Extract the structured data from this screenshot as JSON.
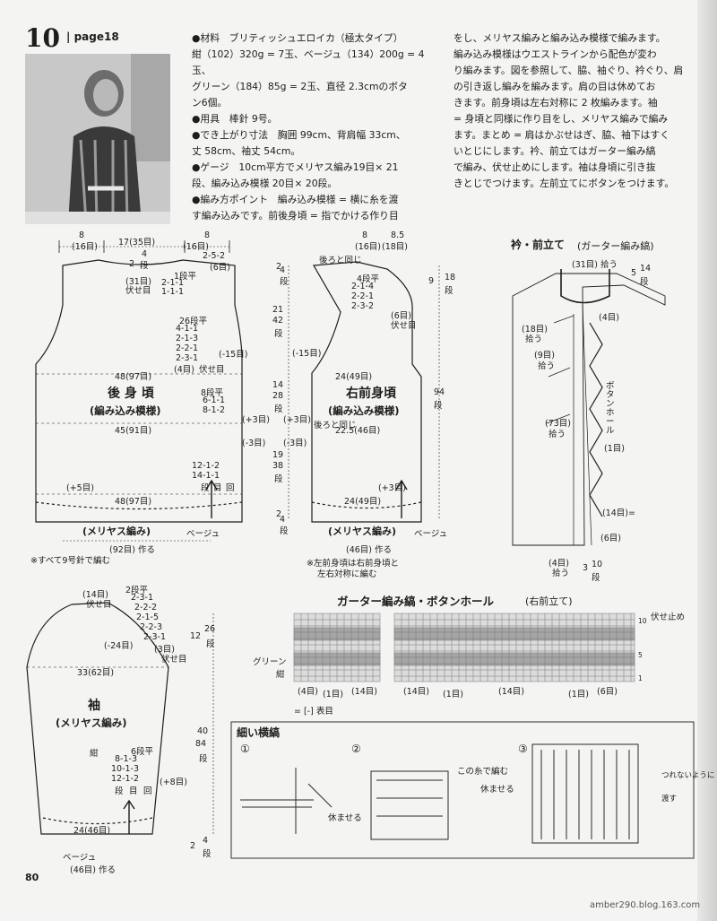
{
  "header": {
    "number": "10",
    "page_ref": "page18"
  },
  "text_left": [
    "●材料　ブリティッシュエロイカ（極太タイプ）",
    "紺（102）320g = 7玉、ベージュ（134）200g = 4玉、",
    "グリーン（184）85g = 2玉、直径 2.3cmのボタ",
    "ン6個。",
    "●用具　棒針 9号。",
    "●でき上がり寸法　胸囲 99cm、背肩幅 33cm、",
    "丈 58cm、袖丈 54cm。",
    "●ゲージ　10cm平方でメリヤス編み19目× 21",
    "段、編み込み模様 20目× 20段。",
    "●編み方ポイント　編み込み模様 = 横に糸を渡",
    "す編み込みです。前後身頃 = 指でかける作り目"
  ],
  "text_right": [
    "をし、メリヤス編みと編み込み模様で編みます。",
    "編み込み模様はウエストラインから配色が変わ",
    "り編みます。図を参照して、脇、袖ぐり、衿ぐり、肩",
    "の引き返し編みを編みます。肩の目は休めてお",
    "きます。前身頃は左右対称に 2 枚編みます。袖",
    "= 身頃と同様に作り目をし、メリヤス編みで編み",
    "ます。まとめ = 肩はかぶせはぎ、脇、袖下はすく",
    "いとじにします。衿、前立てはガーター編み縞",
    "で編み、伏せ止めにします。袖は身頃に引き抜",
    "きとじでつけます。左前立てにボタンをつけます。"
  ],
  "back": {
    "top": [
      "8",
      "(16目)",
      "17(35目)",
      "8",
      "(16目)"
    ],
    "neck": [
      "2",
      "4",
      "段",
      "2-5-2",
      "(6目)",
      "1段平",
      "2-1-1",
      "1-1-1",
      "(31目)",
      "伏せ目"
    ],
    "armhole": [
      "26段平",
      "4-1-1",
      "2-1-3",
      "2-2-1",
      "2-3-1",
      "(4目)",
      "伏せ目",
      "(-15目)"
    ],
    "side": [
      "8段平",
      "6-1-1",
      "8-1-2",
      "(+3目)",
      "(-3目)",
      "12-1-2",
      "14-1-1",
      "段",
      "目",
      "回",
      "(+5目)"
    ],
    "widths": [
      "48(97目)",
      "45(91目)",
      "48(97目)"
    ],
    "title": "後 身 頃",
    "subtitle": "(編み込み模様)",
    "rib": "(メリヤス編み)",
    "rib_color": "ベージュ",
    "cast_on": "(92目) 作る",
    "note": "※すべて9号針で編む"
  },
  "front": {
    "top": [
      "8",
      "(16目)",
      "8.5",
      "(18目)"
    ],
    "labels": [
      "後ろと同じ",
      "4段平",
      "2-1-4",
      "2-2-1",
      "2-3-2",
      "(6目)",
      "伏せ目",
      "(-15目)"
    ],
    "heights": [
      "2",
      "4",
      "段",
      "21",
      "42",
      "段",
      "14",
      "28",
      "段",
      "(+3目)",
      "(-3目)",
      "19",
      "38",
      "段",
      "2",
      "4",
      "段",
      "9",
      "18",
      "段",
      "94",
      "段"
    ],
    "widths": [
      "24(49目)",
      "22.5(46目)",
      "24(49目)"
    ],
    "side": [
      "後ろと同じ",
      "(+3目)"
    ],
    "title": "右前身頃",
    "subtitle": "(編み込み模様)",
    "rib": "(メリヤス編み)",
    "rib_color": "ベージュ",
    "cast_on": "(46目) 作る",
    "note_1": "※左前身頃は右前身頃と",
    "note_2": "左右対称に編む"
  },
  "collar": {
    "title": "衿・前立て",
    "subtitle": "(ガーター編み縞)",
    "labels": [
      "(31目) 拾う",
      "5",
      "14",
      "段",
      "(4目)",
      "(18目)",
      "拾う",
      "(9目)",
      "拾う",
      "ボタンホール",
      "(1目)",
      "(73目)",
      "拾う",
      "(14目)=",
      "(6目)",
      "(4目)",
      "拾う",
      "3",
      "10",
      "段"
    ]
  },
  "sleeve": {
    "top": [
      "(14目)",
      "伏せ目",
      "2段平",
      "2-3-1",
      "2-2-2",
      "2-1-5",
      "2-2-3",
      "2-3-1",
      "(3目)",
      "伏せ目",
      "(-24目)",
      "12",
      "26",
      "段"
    ],
    "title": "袖",
    "subtitle": "(メリヤス編み)",
    "width": "33(62目)",
    "color": "紺",
    "inc": [
      "6段平",
      "8-1-3",
      "10-1-3",
      "12-1-2",
      "段",
      "目",
      "回"
    ],
    "plus": "(+8目)",
    "height": [
      "40",
      "84",
      "段"
    ],
    "bottom": "24(46目)",
    "bottom_color": "ベージュ",
    "cast_on": "(46目) 作る",
    "rows": [
      "2",
      "4",
      "段"
    ]
  },
  "chart": {
    "title": "ガーター編み縞・ボタンホール",
    "subtitle": "(右前立て)",
    "bind_off": "伏せ止め",
    "row_numbers": [
      "10",
      "5",
      "1"
    ],
    "color_labels": [
      "グリーン",
      "紺"
    ],
    "bottom": [
      "(4目)",
      "(1目)",
      "(14目)",
      "(14目)",
      "(1目)",
      "(14目)",
      "(1目)",
      "(6目)"
    ],
    "legend": "= [-] 表目"
  },
  "stripes": {
    "title": "細い横縞",
    "steps": [
      "①",
      "②",
      "③"
    ],
    "labels": [
      "休ませる",
      "この糸で編む",
      "休ませる",
      "つれないように",
      "渡す"
    ]
  },
  "footer": {
    "page": "80",
    "watermark": "amber290.blog.163.com"
  }
}
